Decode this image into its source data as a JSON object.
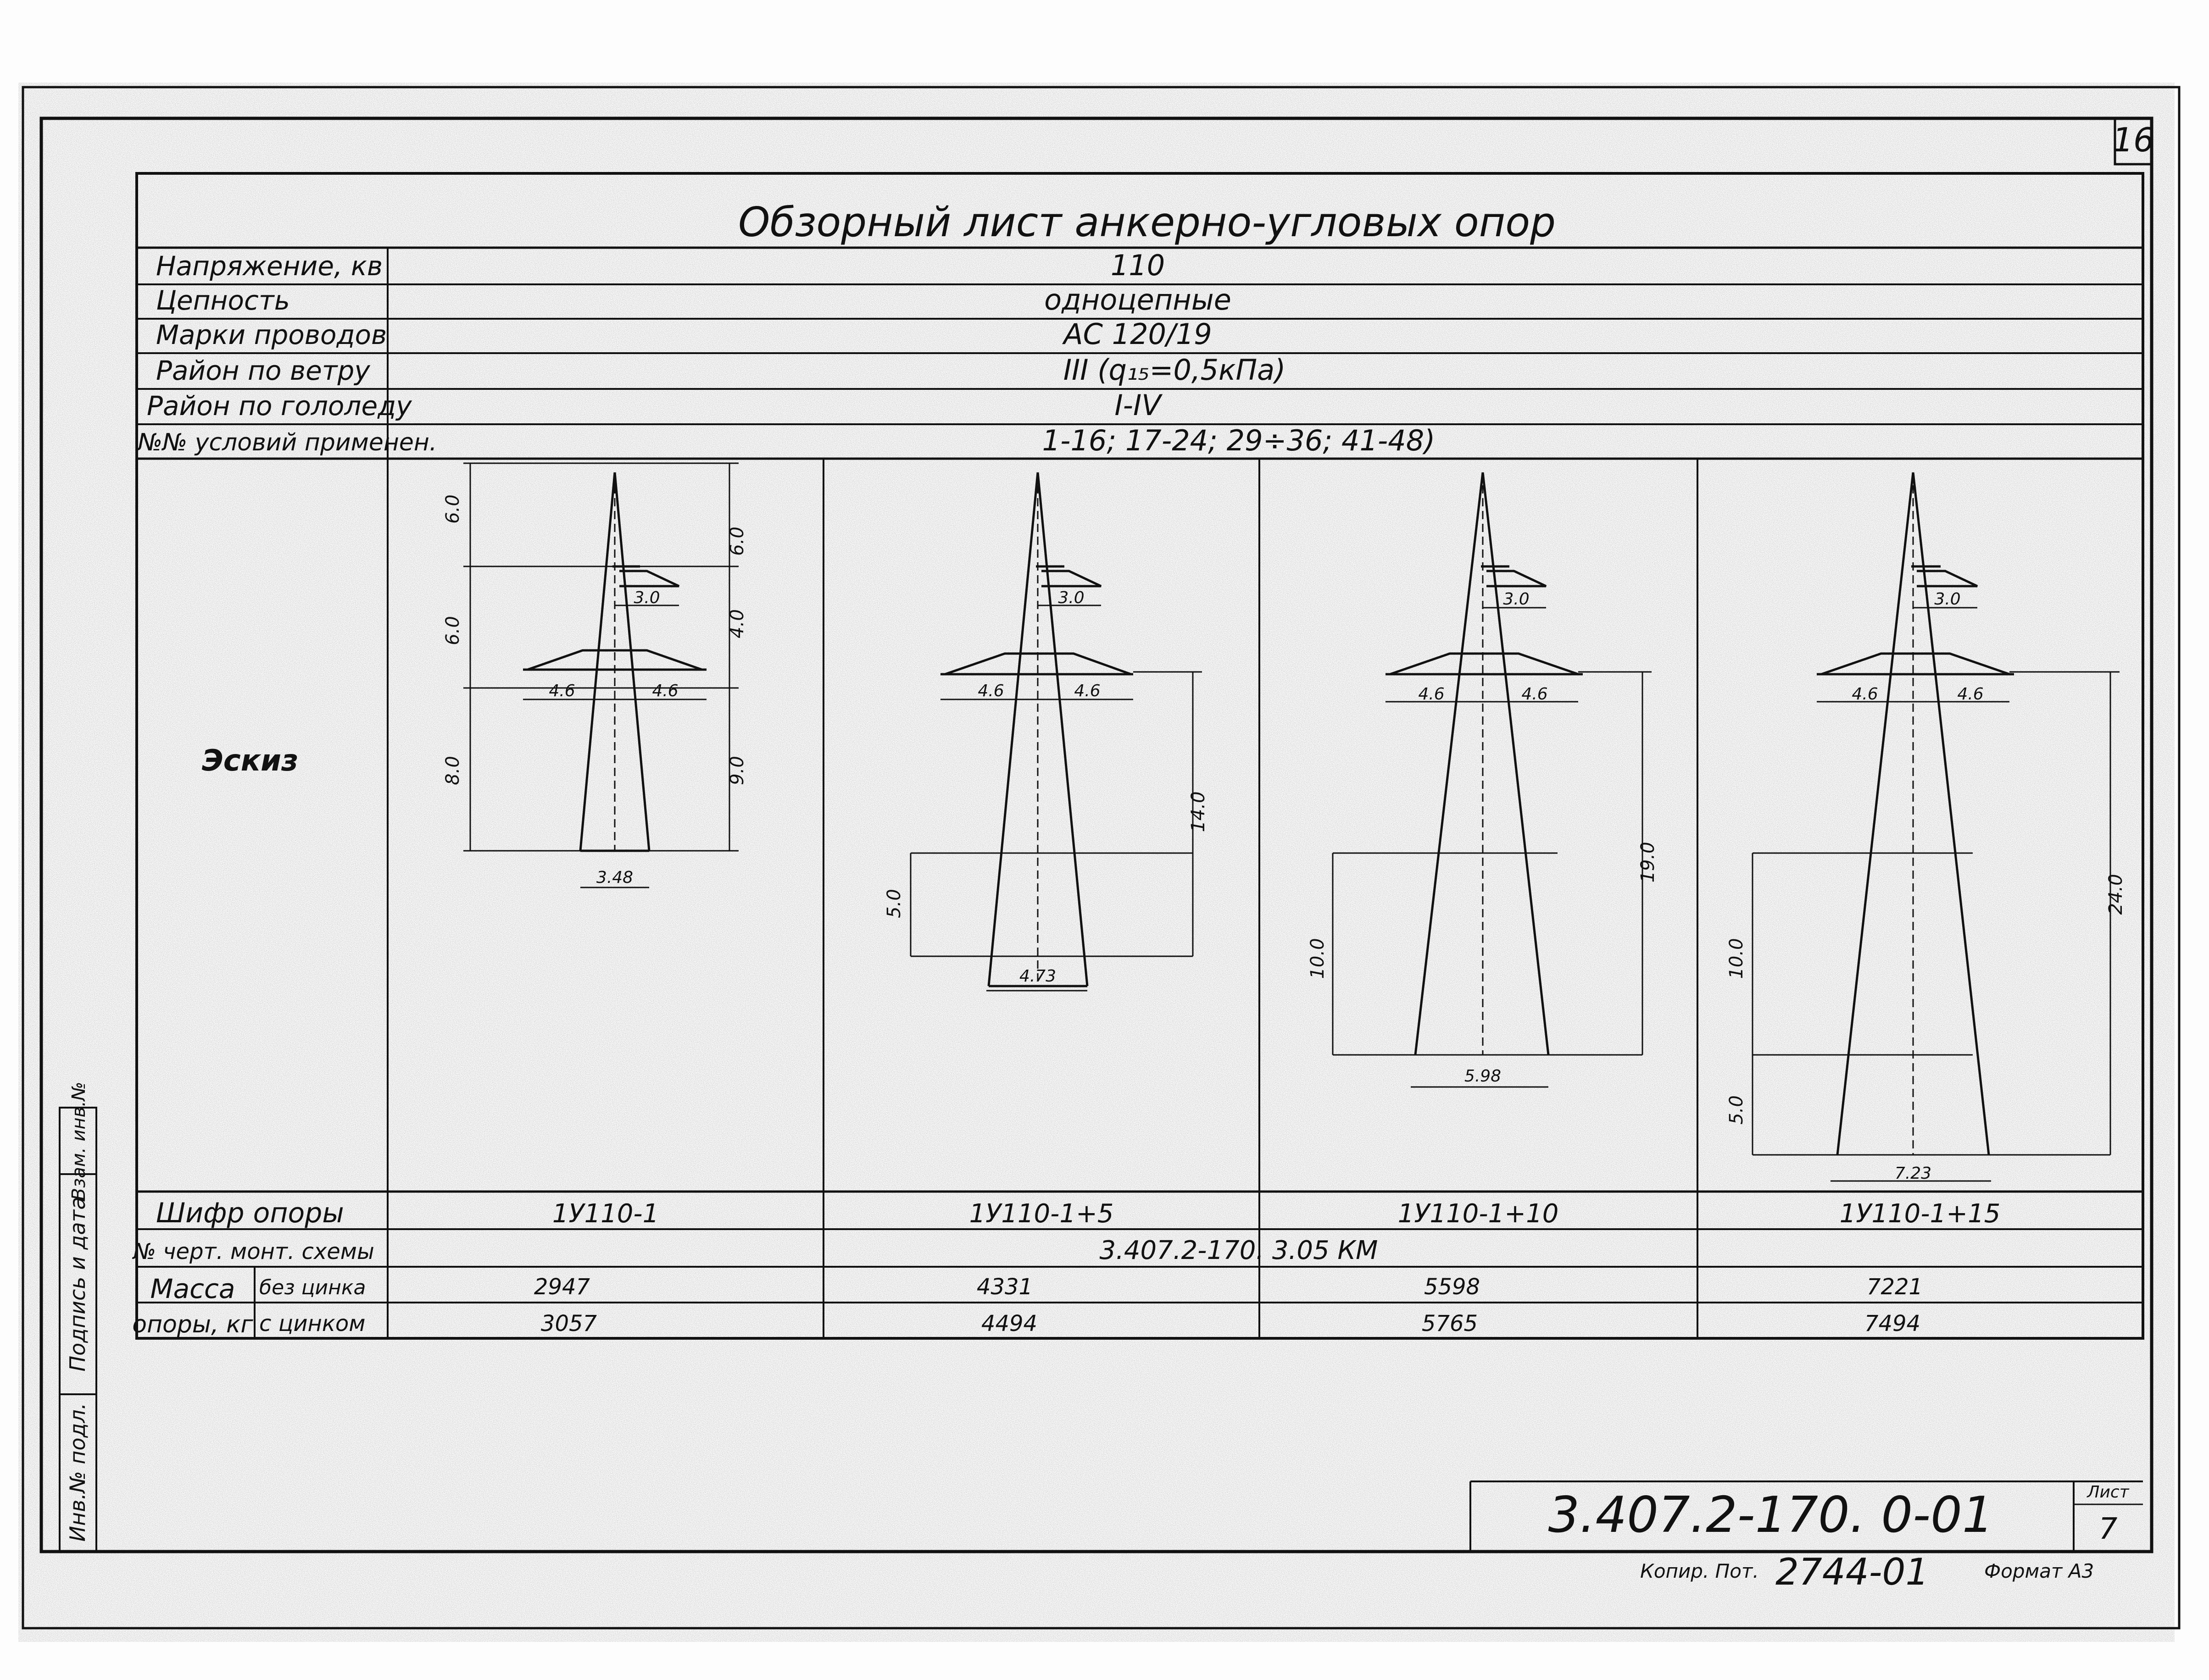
{
  "sheet_number": "16",
  "title": "Обзорный лист анкерно-угловых опор",
  "params": [
    {
      "label": "Напряжение, кв",
      "value": "110"
    },
    {
      "label": "Цепность",
      "value": "одноцепные"
    },
    {
      "label": "Марки проводов",
      "value": "АС 120/19"
    },
    {
      "label": "Район по ветру",
      "value": "III (q₁₅=0,5кПа)"
    },
    {
      "label": "Район по гололеду",
      "value": "I-IV"
    },
    {
      "label": "№№ условий применен.",
      "value": "1-16; 17-24; 29÷36; 41-48)"
    }
  ],
  "sketch_label": "Эскиз",
  "towers": [
    {
      "code": "1У110-1",
      "mass_no_zinc": "2947",
      "mass_zinc": "3057",
      "dims": {
        "top": "6.0",
        "top_right": "6.0",
        "mid": "6.0",
        "mid_right": "4.0",
        "bottom": "8.0",
        "bottom_right": "9.0",
        "base_height": "",
        "total_right": "",
        "upper_arm": "3.0",
        "arm_left": "4.6",
        "arm_right": "4.6",
        "base_width": "3.48"
      }
    },
    {
      "code": "1У110-1+5",
      "mass_no_zinc": "4331",
      "mass_zinc": "4494",
      "dims": {
        "top": "",
        "top_right": "",
        "mid": "",
        "mid_right": "",
        "bottom": "",
        "bottom_right": "",
        "base_height": "5.0",
        "total_right": "14.0",
        "upper_arm": "3.0",
        "arm_left": "4.6",
        "arm_right": "4.6",
        "base_width": "4.73"
      }
    },
    {
      "code": "1У110-1+10",
      "mass_no_zinc": "5598",
      "mass_zinc": "5765",
      "dims": {
        "top": "",
        "top_right": "",
        "mid": "",
        "mid_right": "",
        "bottom": "",
        "bottom_right": "",
        "base_height": "10.0",
        "total_right": "19.0",
        "upper_arm": "3.0",
        "arm_left": "4.6",
        "arm_right": "4.6",
        "base_width": "5.98"
      }
    },
    {
      "code": "1У110-1+15",
      "mass_no_zinc": "7221",
      "mass_zinc": "7494",
      "dims": {
        "top": "",
        "top_right": "",
        "mid": "",
        "mid_right": "",
        "bottom": "",
        "bottom_right": "",
        "base_height": "10.0",
        "base_height2": "5.0",
        "total_right": "24.0",
        "upper_arm": "3.0",
        "arm_left": "4.6",
        "arm_right": "4.6",
        "base_width": "7.23"
      }
    }
  ],
  "rows": {
    "code_label": "Шифр опоры",
    "drawing_label": "№ черт. монт. схемы",
    "drawing_value": "3.407.2-170. 3.05 КМ",
    "mass_label_1": "Масса",
    "mass_label_2": "опоры, кг",
    "no_zinc_label": "без цинка",
    "zinc_label": "с цинком"
  },
  "side_stamp": [
    "Инв.№ подл.",
    "Подпись и дата",
    "Взам. инв.№"
  ],
  "title_block": {
    "doc_code": "3.407.2-170. 0-01",
    "sheet_label": "Лист",
    "sheet_value": "7"
  },
  "footer": {
    "copied_label": "Копир. Пот.",
    "copied_value": "2744-01",
    "format_label": "Формат А3"
  }
}
